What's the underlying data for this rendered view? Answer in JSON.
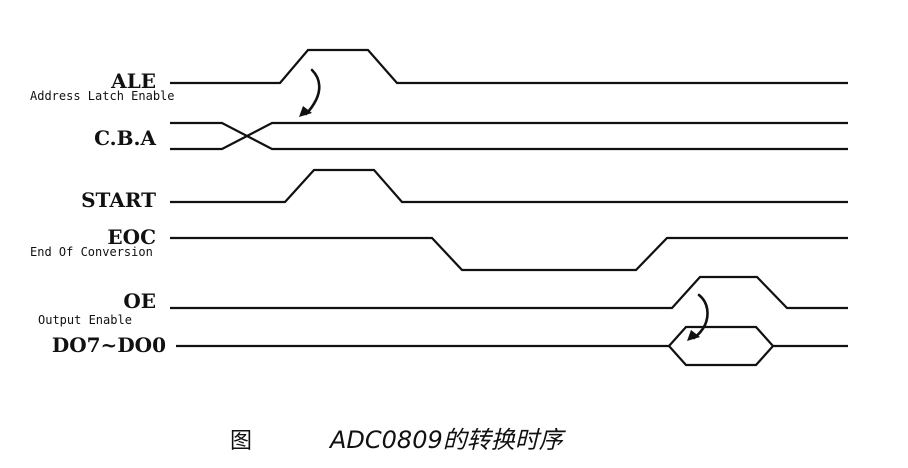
{
  "signals": [
    {
      "id": "ale",
      "label": "ALE",
      "sublabel": "Address Latch Enable"
    },
    {
      "id": "cba",
      "label": "C.B.A",
      "sublabel": ""
    },
    {
      "id": "start",
      "label": "START",
      "sublabel": ""
    },
    {
      "id": "eoc",
      "label": "EOC",
      "sublabel": "End Of Conversion"
    },
    {
      "id": "oe",
      "label": "OE",
      "sublabel": "Output Enable"
    },
    {
      "id": "do",
      "label": "DO7~DO0",
      "sublabel": ""
    }
  ],
  "caption": {
    "prefix": "图",
    "title": "ADC0809的转换时序"
  }
}
